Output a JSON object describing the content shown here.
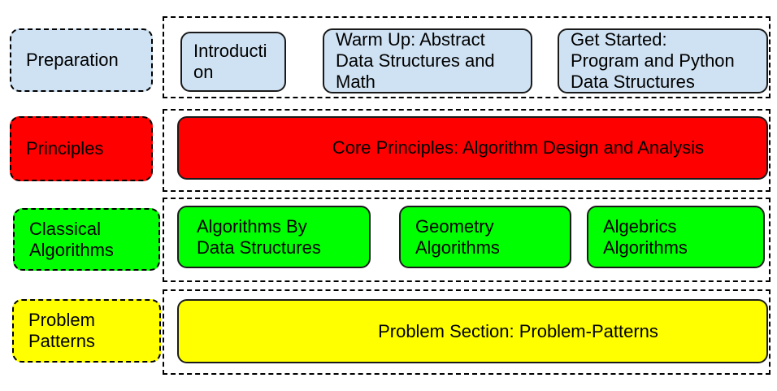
{
  "style": {
    "background": "#ffffff",
    "solid_border": "#1a1a1a",
    "dashed_border": "#000000",
    "text_color": "#000000"
  },
  "rows": [
    {
      "name": "preparation",
      "color": "#cfe2f3",
      "label": "Preparation",
      "items": [
        {
          "label": "Introducti\non"
        },
        {
          "label": "Warm Up: Abstract\nData Structures and\nMath"
        },
        {
          "label": "Get Started:\nProgram and Python\nData Structures"
        }
      ]
    },
    {
      "name": "principles",
      "color": "#ff0000",
      "label": "Principles",
      "items": [
        {
          "label": "Core Principles: Algorithm Design and Analysis"
        }
      ]
    },
    {
      "name": "classical-algorithms",
      "color": "#00ff00",
      "label": "Classical\nAlgorithms",
      "items": [
        {
          "label": "Algorithms By\nData Structures"
        },
        {
          "label": "Geometry\nAlgorithms"
        },
        {
          "label": "Algebrics\nAlgorithms"
        }
      ]
    },
    {
      "name": "problem-patterns",
      "color": "#ffff00",
      "label": "Problem\nPatterns",
      "items": [
        {
          "label": "Problem Section: Problem-Patterns"
        }
      ]
    }
  ]
}
